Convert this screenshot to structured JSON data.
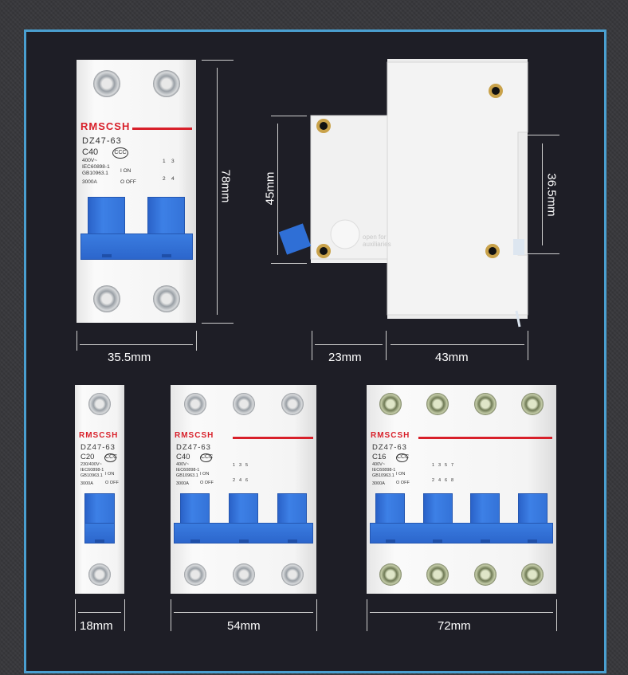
{
  "colors": {
    "frame_border": "#4a9fd0",
    "background": "#1e1e26",
    "brand_red": "#d8202a",
    "handle_blue": "#3473d8"
  },
  "brand_logo": "RMSCSH",
  "dimensions": {
    "two_pole_height": "78mm",
    "two_pole_width": "35.5mm",
    "side_height": "45mm",
    "side_rail": "36.5mm",
    "side_depth_front": "23mm",
    "side_depth_body": "43mm",
    "one_pole_width": "18mm",
    "three_pole_width": "54mm",
    "four_pole_width": "72mm"
  },
  "side_view": {
    "aux_label_line1": "open for",
    "aux_label_line2": "auxiliaries"
  },
  "breakers": [
    {
      "id": "2p",
      "poles": 2,
      "model": "DZ47-63",
      "rating": "C40",
      "voltage": "400V~",
      "std1": "IEC60898-1",
      "std2": "GB10963.1",
      "capacity": "3000A",
      "on": "I ON",
      "off": "O OFF",
      "terminals_top": [
        "1",
        "3"
      ],
      "terminals_bottom": [
        "2",
        "4"
      ],
      "cert": "CCC",
      "screw": "silver"
    },
    {
      "id": "1p",
      "poles": 1,
      "model": "DZ47-63",
      "rating": "C20",
      "voltage": "230/400V~",
      "std1": "IEC60898-1",
      "std2": "GB10963.1",
      "capacity": "3000A",
      "on": "I ON",
      "off": "O OFF",
      "terminals_top": [],
      "terminals_bottom": [],
      "cert": "CCC",
      "screw": "silver"
    },
    {
      "id": "3p",
      "poles": 3,
      "model": "DZ47-63",
      "rating": "C40",
      "voltage": "400V~",
      "std1": "IEC60898-1",
      "std2": "GB10963.1",
      "capacity": "3000A",
      "on": "I ON",
      "off": "O OFF",
      "terminals_top": [
        "1",
        "3",
        "5"
      ],
      "terminals_bottom": [
        "2",
        "4",
        "6"
      ],
      "cert": "CCC",
      "screw": "silver"
    },
    {
      "id": "4p",
      "poles": 4,
      "model": "DZ47-63",
      "rating": "C16",
      "voltage": "400V~",
      "std1": "IEC60898-1",
      "std2": "GB10963.1",
      "capacity": "3000A",
      "on": "I ON",
      "off": "O OFF",
      "terminals_top": [
        "1",
        "3",
        "5",
        "7"
      ],
      "terminals_bottom": [
        "2",
        "4",
        "6",
        "8"
      ],
      "cert": "CCC",
      "screw": "green"
    }
  ]
}
